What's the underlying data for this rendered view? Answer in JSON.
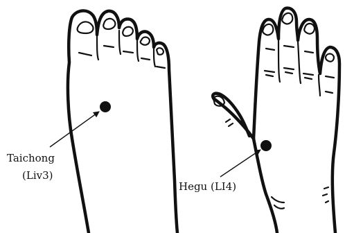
{
  "labels": {
    "taichong_name": "Taichong",
    "taichong_code": "(Liv3)",
    "hegu": "Hegu (LI4)"
  },
  "colors": {
    "ink": "#111111",
    "background": "#ffffff"
  }
}
